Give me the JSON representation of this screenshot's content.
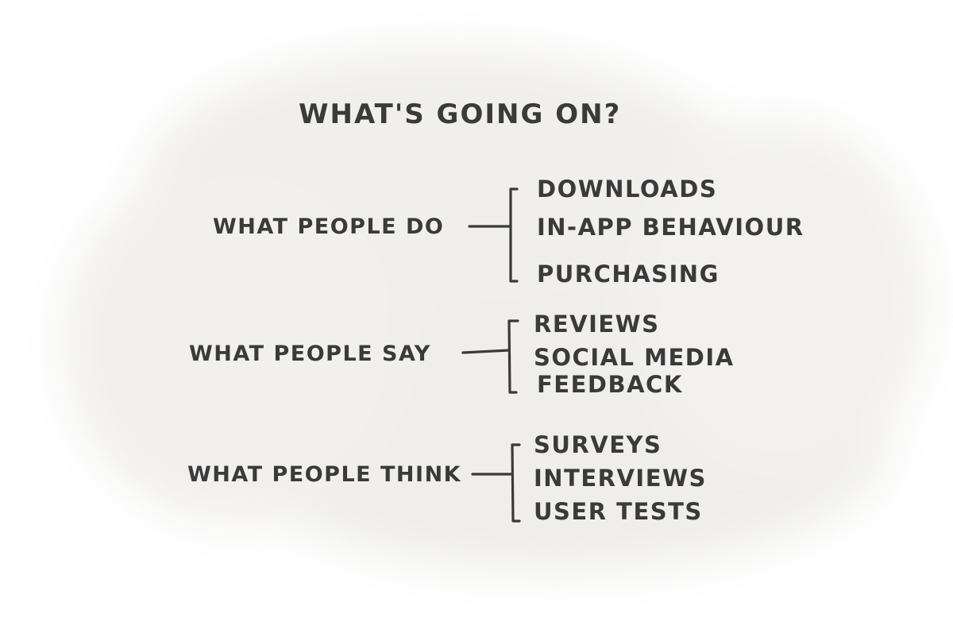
{
  "diagram": {
    "title": "What's going on?",
    "groups": [
      {
        "label": "What people do",
        "items": [
          "Downloads",
          "In-app behaviour",
          "Purchasing"
        ]
      },
      {
        "label": "What people say",
        "items": [
          "Reviews",
          "Social media",
          "Feedback"
        ]
      },
      {
        "label": "What people think",
        "items": [
          "Surveys",
          "Interviews",
          "User tests"
        ]
      }
    ]
  },
  "colors": {
    "ink": "#3a3a3a",
    "wash": "#efeeeb"
  }
}
